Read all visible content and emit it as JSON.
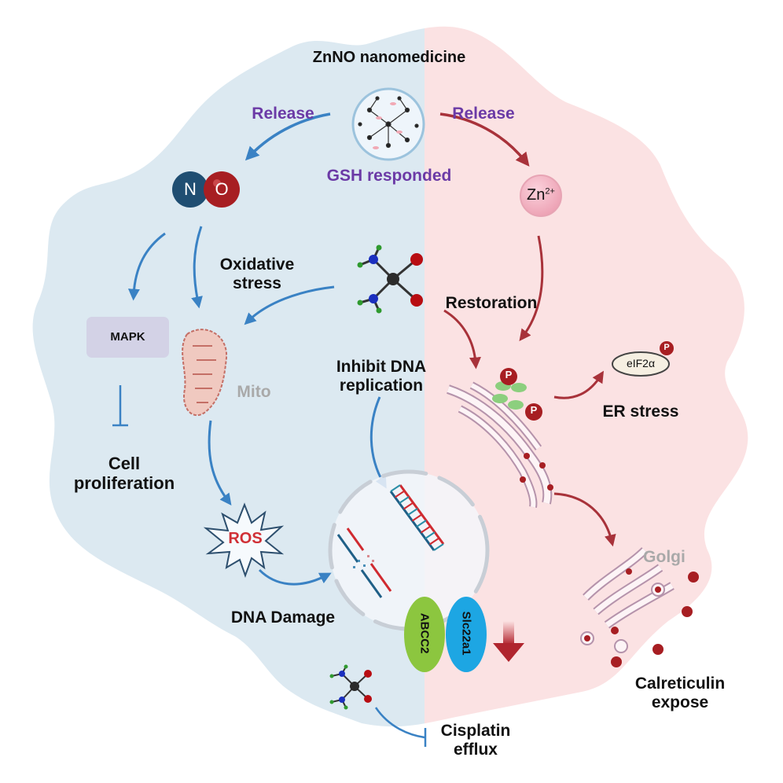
{
  "title": "ZnNO nanomedicine",
  "colors": {
    "left_cell": "#dce9f1",
    "right_cell": "#fbe2e3",
    "blue_arrow": "#3a82c4",
    "red_arrow": "#a8323a",
    "purple_text": "#6b3aa6",
    "grey_text": "#a9a9a9"
  },
  "nanoparticle": {
    "release_left": "Release",
    "release_right": "Release",
    "trigger": "GSH responded"
  },
  "molecules": {
    "no_n": "N",
    "no_o": "O",
    "zinc_ion": "Zn",
    "zinc_charge": "2+"
  },
  "left": {
    "oxidative_stress": [
      "Oxidative",
      "stress"
    ],
    "mapk": "MAPK",
    "mito": "Mito",
    "cell_proliferation": [
      "Cell",
      "proliferation"
    ],
    "ros": "ROS",
    "dna_damage": "DNA Damage",
    "inhibit_dna": [
      "Inhibit DNA",
      "replication"
    ]
  },
  "right": {
    "restoration": "Restoration",
    "eif2a": "eIF2α",
    "phospho": "P",
    "er_stress": "ER stress",
    "golgi": "Golgi",
    "calreticulin": [
      "Calreticulin",
      "expose"
    ]
  },
  "transporters": {
    "abcc2": "ABCC2",
    "slc22a1": "Slc22a1"
  },
  "cisplatin_efflux": [
    "Cisplatin",
    "efflux"
  ]
}
